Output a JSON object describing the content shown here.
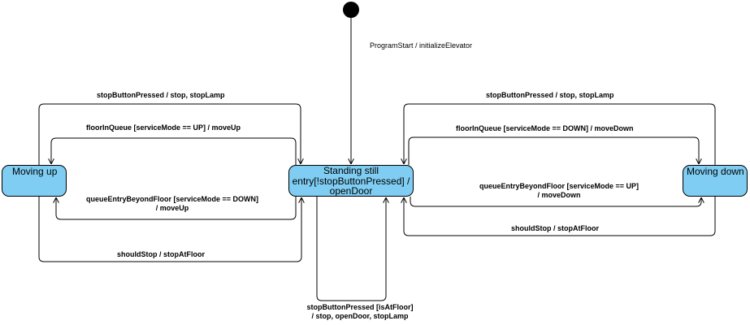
{
  "states": {
    "moving_up": "Moving up",
    "standing_still": [
      "Standing still",
      "entry[!stopButtonPressed] /",
      "openDoor"
    ],
    "moving_down": "Moving down"
  },
  "transitions": {
    "initial": "ProgramStart / initializeElevator",
    "left_stop": "stopButtonPressed / stop, stopLamp",
    "left_floor_in_queue": "floorInQueue [serviceMode == UP] / moveUp",
    "left_queue_entry": [
      "queueEntryBeyondFloor [serviceMode == DOWN]",
      "/ moveUp"
    ],
    "left_should_stop": "shouldStop / stopAtFloor",
    "right_stop": "stopButtonPressed / stop, stopLamp",
    "right_floor_in_queue": "floorInQueue [serviceMode == DOWN] / moveDown",
    "right_queue_entry": [
      "queueEntryBeyondFloor [serviceMode == UP]",
      "/ moveDown"
    ],
    "right_should_stop": "shouldStop / stopAtFloor",
    "self_loop": [
      "stopButtonPressed [isAtFloor]",
      "/ stop, openDoor, stopLamp"
    ]
  },
  "colors": {
    "state_fill": "#7fcdf2",
    "line": "#000000"
  }
}
